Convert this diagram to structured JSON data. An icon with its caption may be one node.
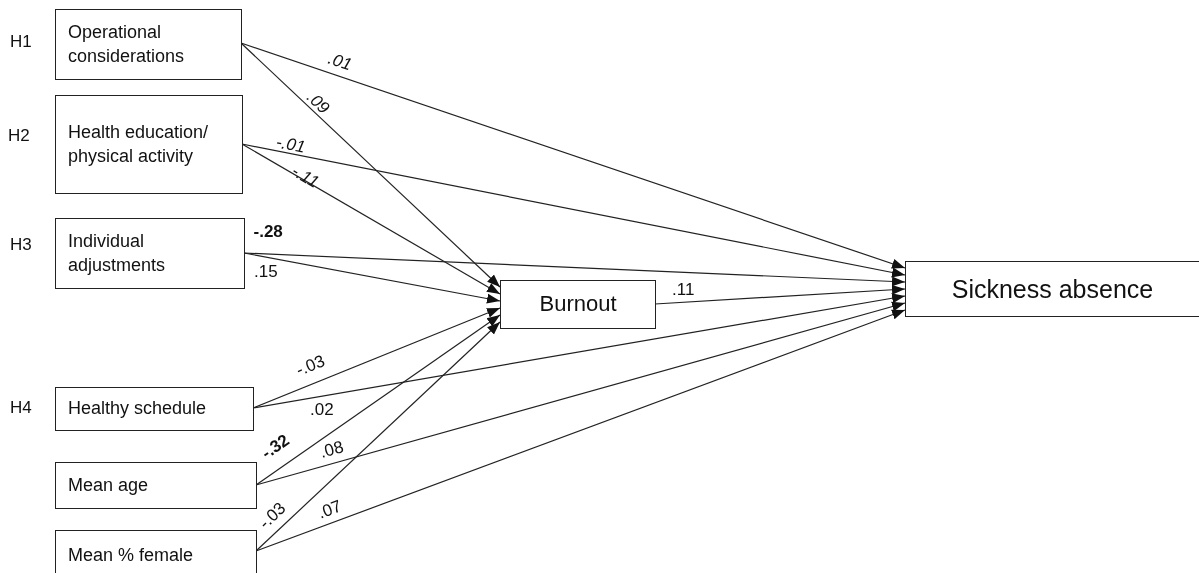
{
  "diagram": {
    "nodes": [
      {
        "text": [
          "Operational considerations"
        ],
        "beside": [
          "H1"
        ]
      },
      {
        "text": [
          "Health education/ physical activity"
        ],
        "beside": [
          "H2"
        ]
      },
      {
        "text": [
          "Individual adjustments"
        ],
        "beside": [
          "H3"
        ]
      },
      {
        "text": [
          "Healthy schedule"
        ],
        "beside": [
          "H4"
        ]
      },
      {
        "text": [
          "Mean age"
        ]
      },
      {
        "text": [
          "Mean % female"
        ]
      },
      {
        "text": [
          "Burnout"
        ]
      },
      {
        "text": [
          "Sickness absence"
        ]
      }
    ],
    "edges": [
      {
        "from": 0,
        "to": 7,
        "arrow": "to",
        "label": ".01"
      },
      {
        "from": 0,
        "to": 6,
        "arrow": "to",
        "label": ".09"
      },
      {
        "from": 1,
        "to": 7,
        "arrow": "to",
        "label": "-.01"
      },
      {
        "from": 1,
        "to": 6,
        "arrow": "to",
        "label": "-.11"
      },
      {
        "from": 2,
        "to": 7,
        "arrow": "to",
        "label": "-.28"
      },
      {
        "from": 2,
        "to": 6,
        "arrow": "to",
        "label": ".15"
      },
      {
        "from": 3,
        "to": 6,
        "arrow": "to",
        "label": "-.03"
      },
      {
        "from": 3,
        "to": 7,
        "arrow": "to",
        "label": ".02"
      },
      {
        "from": 4,
        "to": 6,
        "arrow": "to",
        "label": "-.32"
      },
      {
        "from": 4,
        "to": 7,
        "arrow": "to",
        "label": ".08"
      },
      {
        "from": 5,
        "to": 6,
        "arrow": "to",
        "label": "-.03"
      },
      {
        "from": 5,
        "to": 7,
        "arrow": "to",
        "label": ".07"
      },
      {
        "from": 6,
        "to": 7,
        "arrow": "to",
        "label": ".11"
      }
    ]
  }
}
